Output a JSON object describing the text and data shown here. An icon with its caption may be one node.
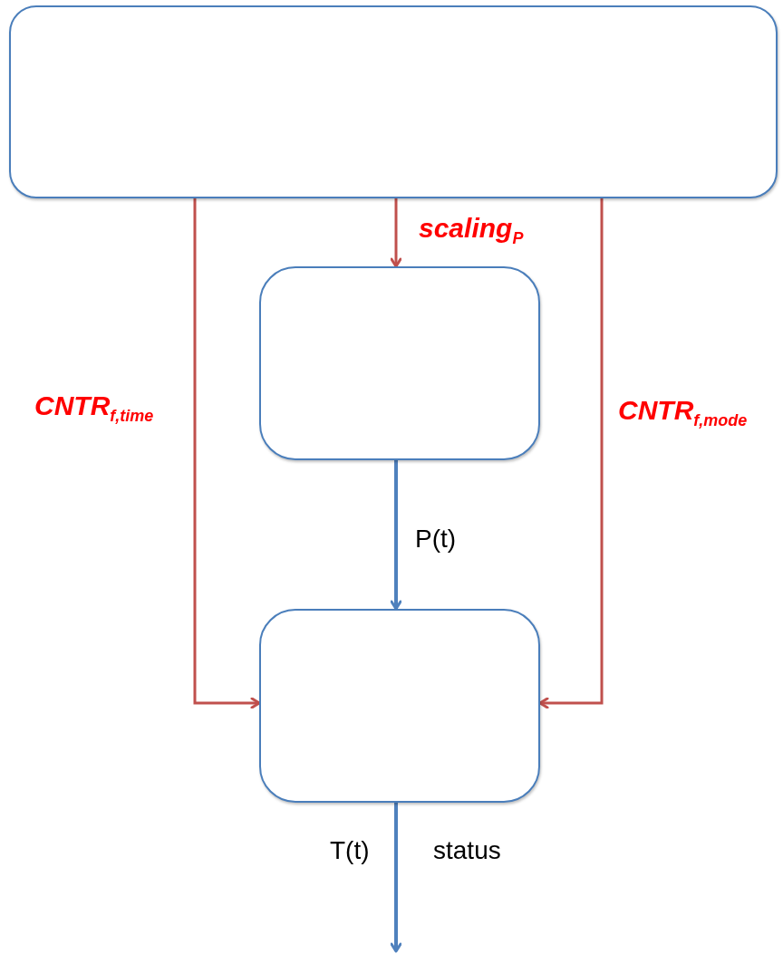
{
  "diagram": {
    "nodes": [
      {
        "text": [],
        "shape": "box"
      },
      {
        "text": [],
        "shape": "box"
      },
      {
        "text": [],
        "shape": "box"
      }
    ],
    "edges": [
      {
        "from": 0,
        "to": 1,
        "arrow": "to",
        "label": "scaling$_{P}$"
      },
      {
        "from": 0,
        "to": 2,
        "arrow": "to",
        "label": "CNTR$_{f,time}$"
      },
      {
        "from": 0,
        "to": 2,
        "arrow": "to",
        "label": "CNTR$_{f,mode}$"
      },
      {
        "from": 1,
        "to": 2,
        "arrow": "to",
        "label": "P(t)",
        "color": "#4f81bd"
      },
      {
        "from": 2,
        "to": null,
        "arrow": "to",
        "label": "T(t)",
        "color": "#4f81bd"
      }
    ],
    "labels": [
      "status"
    ]
  }
}
